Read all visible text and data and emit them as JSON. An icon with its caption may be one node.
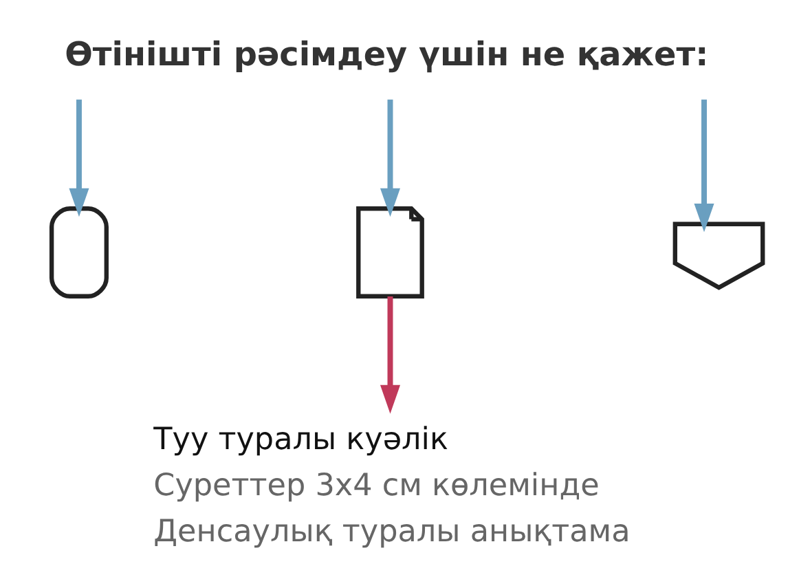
{
  "diagram": {
    "nodes": [
      {
        "text": [
          "Өтінішті рәсімдеу үшін не қажет:"
        ]
      },
      {
        "text": [],
        "shape": "phone"
      },
      {
        "text": [],
        "shape": "document"
      },
      {
        "text": [],
        "shape": "envelope"
      },
      {
        "text": [
          "Туу туралы куәлік",
          "Суреттер 3x4 см көлемінде",
          "Денсаулық туралы анықтама"
        ]
      }
    ],
    "edges": [
      {
        "from": 0,
        "to": 1,
        "arrow": "to"
      },
      {
        "from": 0,
        "to": 2,
        "arrow": "to"
      },
      {
        "from": 0,
        "to": 3,
        "arrow": "to"
      },
      {
        "from": 2,
        "to": 4,
        "arrow": "to",
        "color": "#c0395a"
      }
    ]
  }
}
